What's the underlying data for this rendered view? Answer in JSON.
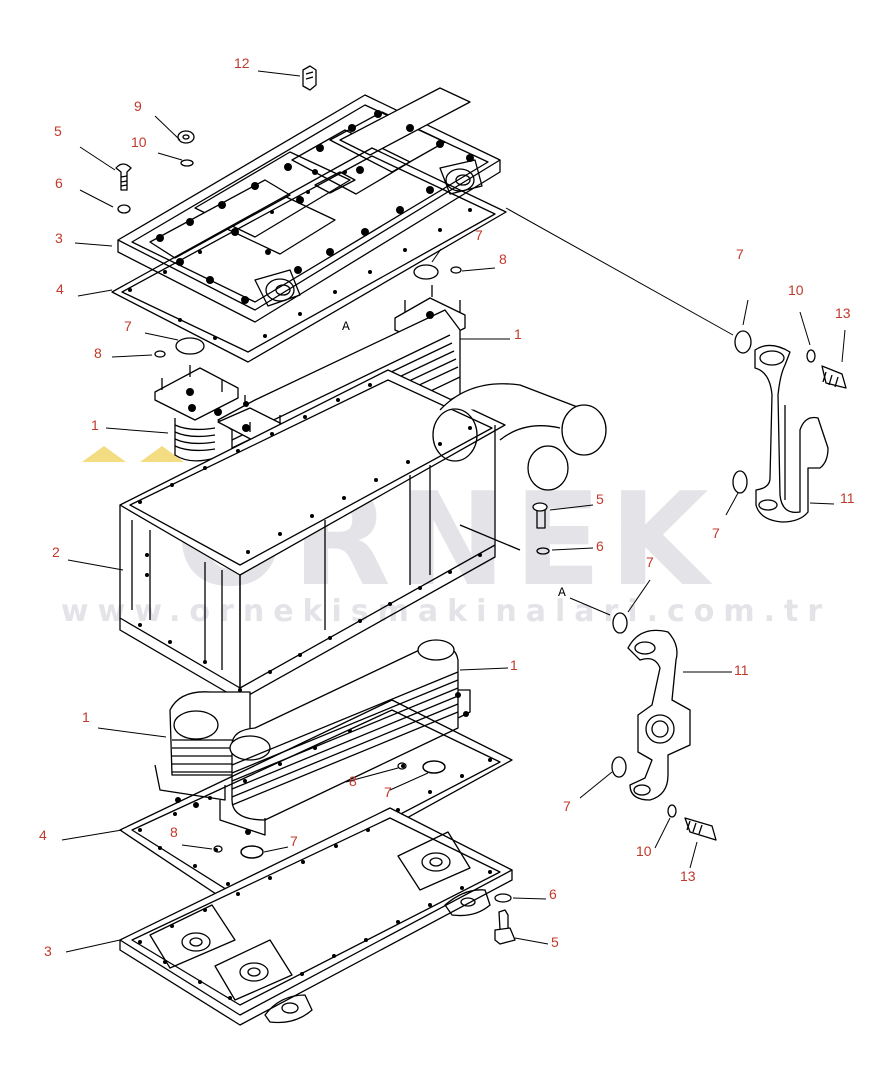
{
  "watermark": {
    "brand": "ÖRNEK",
    "url": "www.ornekismakinalari.com.tr",
    "color": "#e4e3e8",
    "accent_color": "#f3dc82"
  },
  "diagram": {
    "line_color": "#000000",
    "label_color": "#c0392b",
    "section_marker": "A",
    "callouts": [
      {
        "id": "c1",
        "text": "12"
      },
      {
        "id": "c2",
        "text": "9"
      },
      {
        "id": "c3",
        "text": "5"
      },
      {
        "id": "c4",
        "text": "10"
      },
      {
        "id": "c5",
        "text": "6"
      },
      {
        "id": "c6",
        "text": "3"
      },
      {
        "id": "c7",
        "text": "4"
      },
      {
        "id": "c8",
        "text": "7"
      },
      {
        "id": "c9",
        "text": "8"
      },
      {
        "id": "c10",
        "text": "7"
      },
      {
        "id": "c11",
        "text": "8"
      },
      {
        "id": "c12",
        "text": "1"
      },
      {
        "id": "c13",
        "text": "1"
      },
      {
        "id": "c14",
        "text": "7"
      },
      {
        "id": "c15",
        "text": "10"
      },
      {
        "id": "c16",
        "text": "13"
      },
      {
        "id": "c17",
        "text": "7"
      },
      {
        "id": "c18",
        "text": "11"
      },
      {
        "id": "c19",
        "text": "5"
      },
      {
        "id": "c20",
        "text": "6"
      },
      {
        "id": "c21",
        "text": "2"
      },
      {
        "id": "c22",
        "text": "7"
      },
      {
        "id": "c23",
        "text": "1"
      },
      {
        "id": "c24",
        "text": "11"
      },
      {
        "id": "c25",
        "text": "1"
      },
      {
        "id": "c26",
        "text": "8"
      },
      {
        "id": "c27",
        "text": "7"
      },
      {
        "id": "c28",
        "text": "7"
      },
      {
        "id": "c29",
        "text": "4"
      },
      {
        "id": "c30",
        "text": "8"
      },
      {
        "id": "c31",
        "text": "7"
      },
      {
        "id": "c32",
        "text": "10"
      },
      {
        "id": "c33",
        "text": "13"
      },
      {
        "id": "c34",
        "text": "6"
      },
      {
        "id": "c35",
        "text": "3"
      },
      {
        "id": "c36",
        "text": "5"
      }
    ]
  }
}
